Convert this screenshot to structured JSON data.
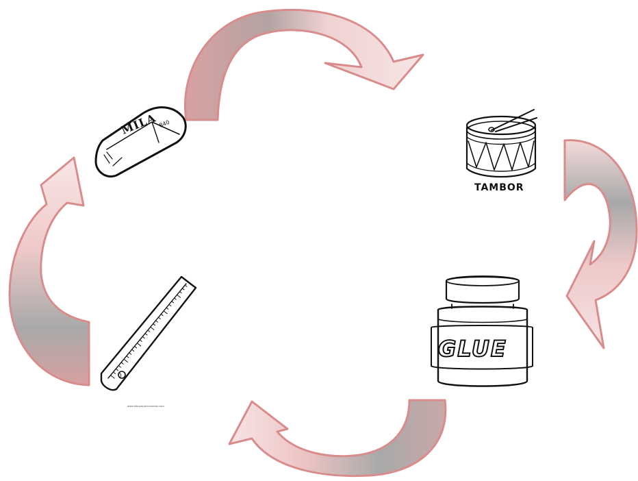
{
  "items": [
    {
      "id": "eraser",
      "brand_text": "MILA",
      "side_text": "840"
    },
    {
      "id": "drum",
      "label": "TAMBOR"
    },
    {
      "id": "glue",
      "label": "GLUE"
    },
    {
      "id": "ruler",
      "start_digit": "0",
      "credit": "www.dibujosparacolorear.com"
    }
  ],
  "arrow_colors": {
    "light": "#fbeaea",
    "mid": "#e6a9a9",
    "dark": "#a9a9a9",
    "outline": "#d98c8c"
  }
}
